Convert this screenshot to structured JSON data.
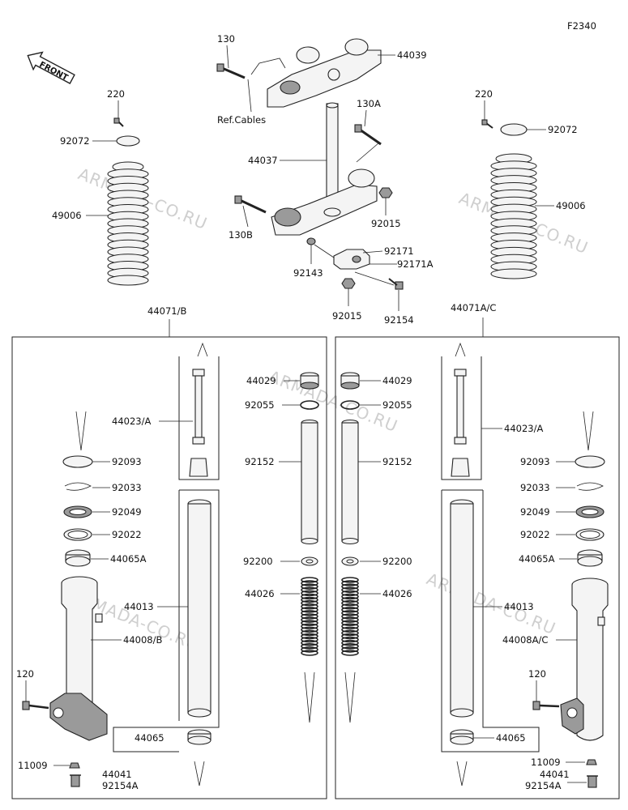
{
  "diagram": {
    "code": "F2340",
    "front_label": "FRONT",
    "watermark": "ARMADA-CO.RU",
    "labels": {
      "p130": "130",
      "p44039": "44039",
      "ref_cables": "Ref.Cables",
      "p130A": "130A",
      "p220_l": "220",
      "p92072_l": "92072",
      "p220_r": "220",
      "p92072_r": "92072",
      "p44037": "44037",
      "p49006_l": "49006",
      "p49006_r": "49006",
      "p92015_a": "92015",
      "p130B": "130B",
      "p92171": "92171",
      "p92171A": "92171A",
      "p92143": "92143",
      "p92015_b": "92015",
      "p92154_top": "92154",
      "p44071B": "44071/B",
      "p44071AC": "44071A/C",
      "L_44029": "44029",
      "L_92055": "92055",
      "L_44023A": "44023/A",
      "L_92093": "92093",
      "L_92152": "92152",
      "L_92033": "92033",
      "L_92049": "92049",
      "L_92022": "92022",
      "L_44065A": "44065A",
      "L_92200": "92200",
      "L_44026": "44026",
      "L_44013": "44013",
      "L_44008B": "44008/B",
      "L_120": "120",
      "L_44065": "44065",
      "L_11009": "11009",
      "L_44041": "44041",
      "L_92154A": "92154A",
      "R_44029": "44029",
      "R_92055": "92055",
      "R_44023A": "44023/A",
      "R_92093": "92093",
      "R_92152": "92152",
      "R_92033": "92033",
      "R_92049": "92049",
      "R_92022": "92022",
      "R_44065A": "44065A",
      "R_92200": "92200",
      "R_44026": "44026",
      "R_44013": "44013",
      "R_44008AC": "44008A/C",
      "R_120": "120",
      "R_44065": "44065",
      "R_11009": "11009",
      "R_44041": "44041",
      "R_92154A": "92154A"
    }
  }
}
